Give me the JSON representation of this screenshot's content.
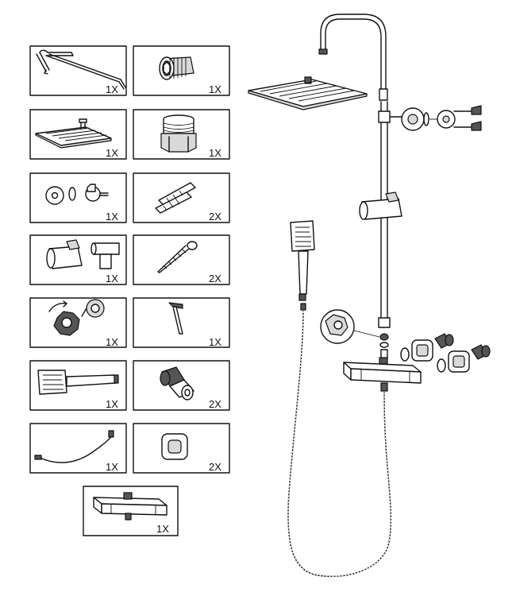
{
  "parts": [
    {
      "id": "riser-arm",
      "icon": "shower-arm-icon",
      "qty": "1X"
    },
    {
      "id": "wall-connector",
      "icon": "threaded-connector-icon",
      "qty": "1X"
    },
    {
      "id": "rain-head",
      "icon": "rain-shower-head-icon",
      "qty": "1X"
    },
    {
      "id": "nut-adapter",
      "icon": "nut-adapter-icon",
      "qty": "1X"
    },
    {
      "id": "wall-bracket",
      "icon": "wall-bracket-set-icon",
      "qty": "1X"
    },
    {
      "id": "wall-plug",
      "icon": "wall-plug-icon",
      "qty": "2X"
    },
    {
      "id": "slide-holder",
      "icon": "slide-holder-icon",
      "qty": "1X"
    },
    {
      "id": "screw",
      "icon": "screw-icon",
      "qty": "2X"
    },
    {
      "id": "diverter-knob",
      "icon": "diverter-knob-icon",
      "qty": "1X"
    },
    {
      "id": "hex-key",
      "icon": "hex-key-icon",
      "qty": "1X"
    },
    {
      "id": "hand-shower",
      "icon": "hand-shower-icon",
      "qty": "1X"
    },
    {
      "id": "eccentric-connector",
      "icon": "eccentric-connector-icon",
      "qty": "2X"
    },
    {
      "id": "shower-hose",
      "icon": "shower-hose-icon",
      "qty": "1X"
    },
    {
      "id": "escutcheon",
      "icon": "escutcheon-flange-icon",
      "qty": "2X"
    },
    {
      "id": "thermostat",
      "icon": "thermostatic-mixer-icon",
      "qty": "1X"
    }
  ]
}
